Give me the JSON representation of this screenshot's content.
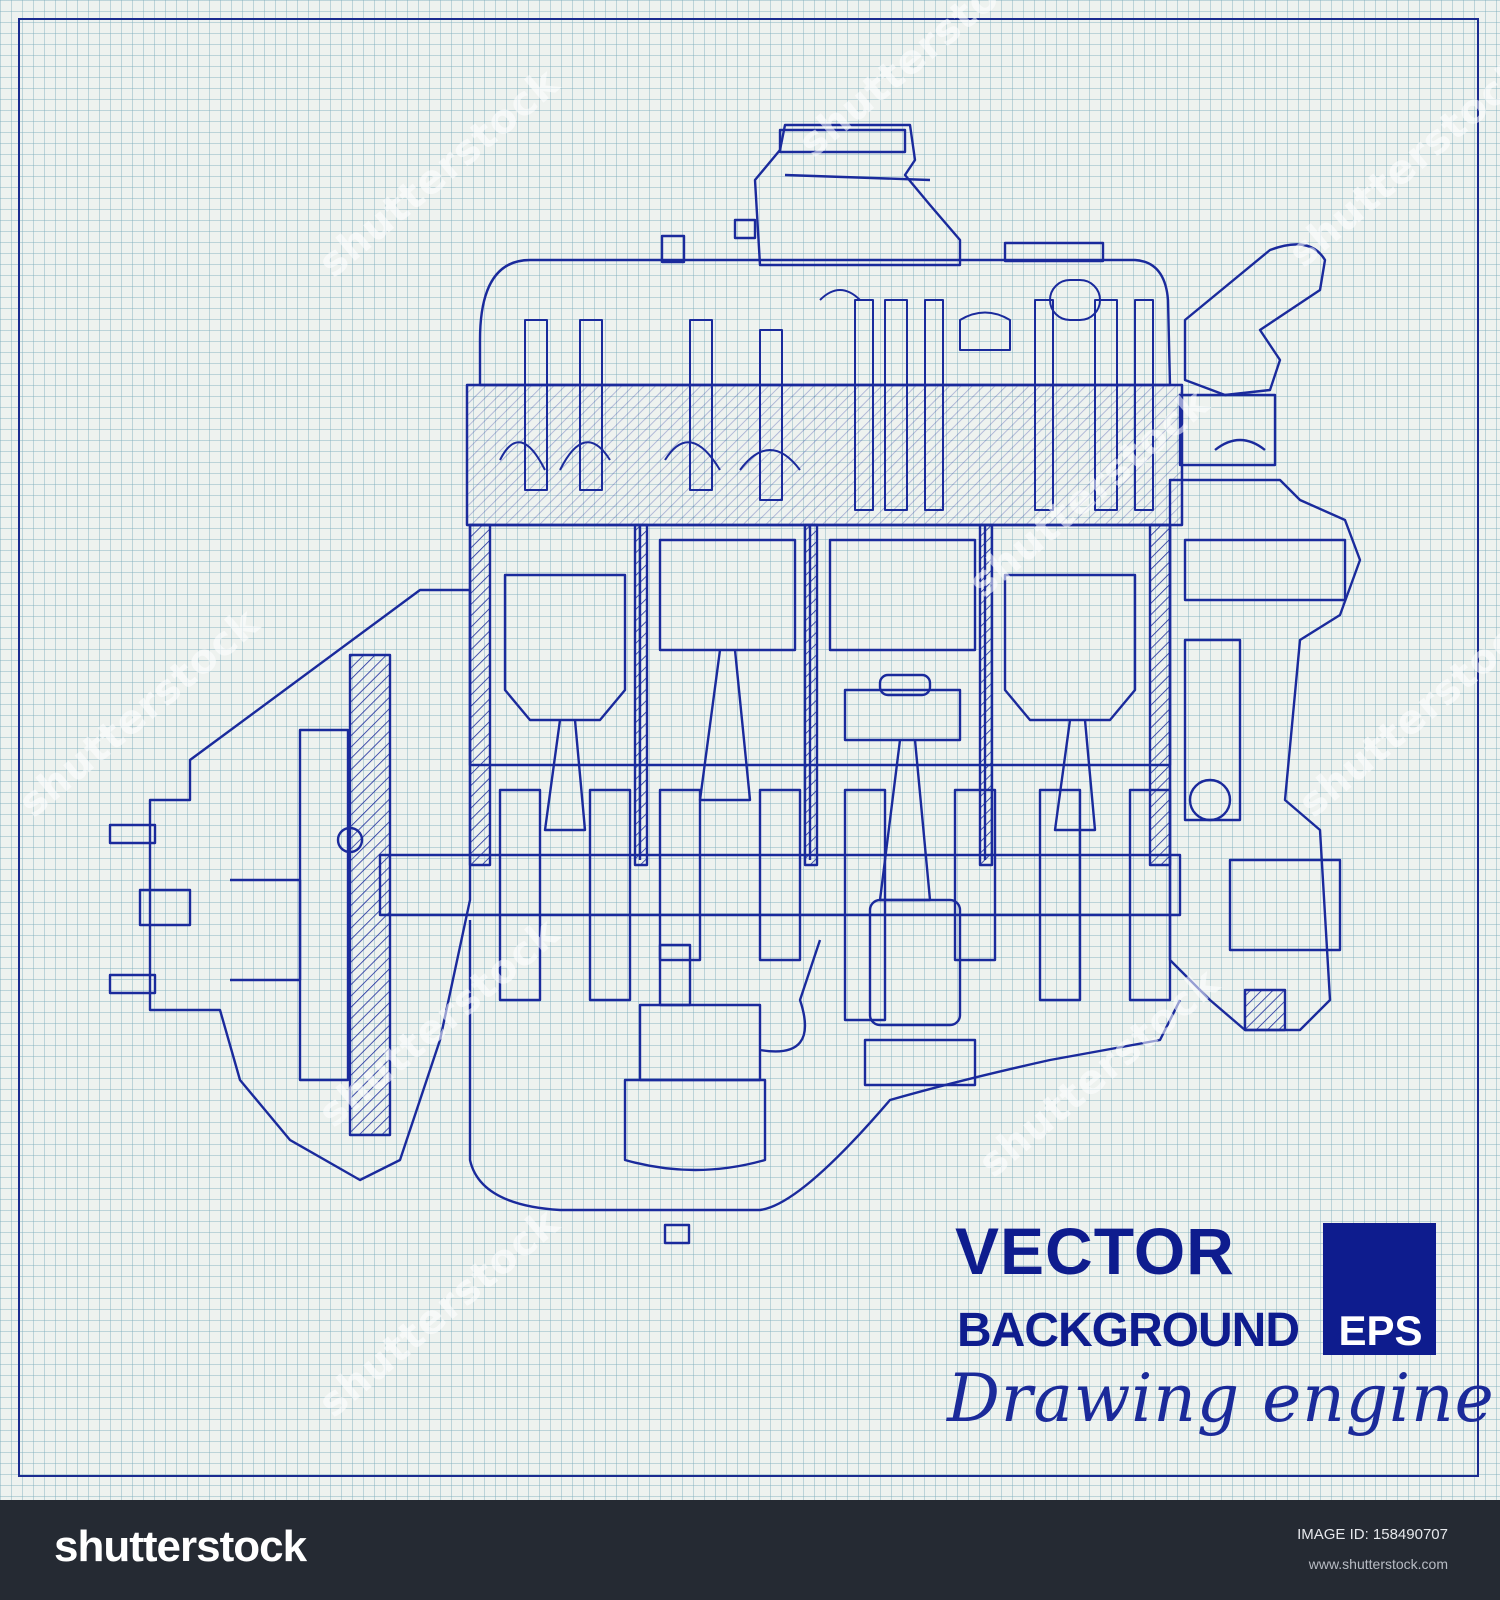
{
  "artwork": {
    "title_line1": "VECTOR",
    "title_line2": "BACKGROUND",
    "format_badge": "EPS",
    "caption": "Drawing engine",
    "subject": "engine-cutaway-drawing",
    "ink_color": "#1a2a9c",
    "paper_color": "#eef2ef",
    "grid_color": "#78aab9"
  },
  "watermark": {
    "text": "shutterstock"
  },
  "footer": {
    "logo": "shutterstock",
    "image_id": "IMAGE ID: 158490707",
    "site": "www.shutterstock.com"
  }
}
